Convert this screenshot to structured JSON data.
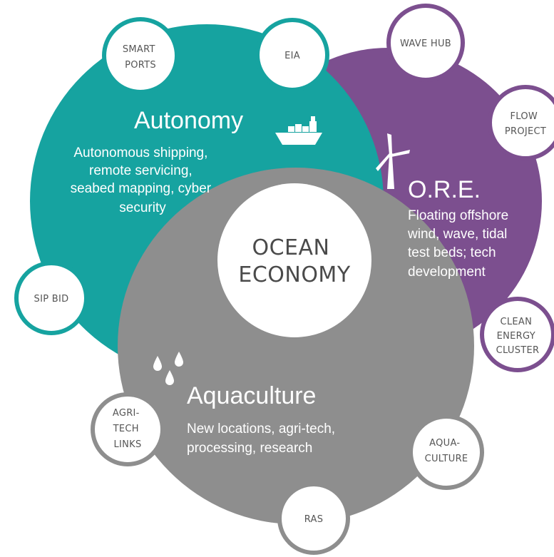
{
  "center": {
    "lines": [
      "OCEAN",
      "ECONOMY"
    ]
  },
  "sectors": {
    "autonomy": {
      "title": "Autonomy",
      "lines": [
        "Autonomous shipping,",
        "remote servicing,",
        "seabed mapping, cyber",
        "security"
      ],
      "color": "#16a3a0"
    },
    "ore": {
      "title": "O.R.E.",
      "lines": [
        "Floating offshore",
        "wind, wave, tidal",
        "test beds; tech",
        "development"
      ],
      "color": "#7c4f8f"
    },
    "aquaculture": {
      "title": "Aquaculture",
      "lines": [
        "New locations, agri-tech,",
        "processing, research"
      ],
      "color": "#8e8e8e"
    }
  },
  "satellites": {
    "smart_ports": [
      "SMART",
      "PORTS"
    ],
    "eia": [
      "EIA"
    ],
    "sip_bid": [
      "SIP BID"
    ],
    "wave_hub": [
      "WAVE HUB"
    ],
    "flow_project": [
      "FLOW",
      "PROJECT"
    ],
    "clean_energy_cluster": [
      "CLEAN",
      "ENERGY",
      "CLUSTER"
    ],
    "agri_tech_links": [
      "AGRI-",
      "TECH",
      "LINKS"
    ],
    "aqua_culture": [
      "AQUA-",
      "CULTURE"
    ],
    "ras": [
      "RAS"
    ]
  },
  "icons": [
    "ship-icon",
    "wind-turbine-icon",
    "water-drops-icon"
  ]
}
